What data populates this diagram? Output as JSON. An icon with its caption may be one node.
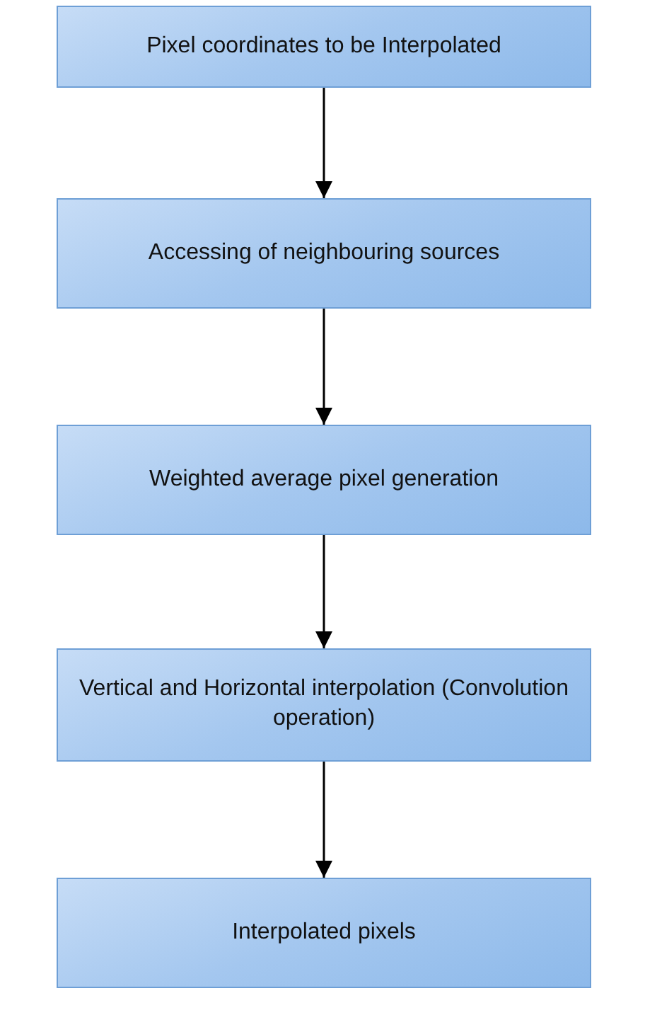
{
  "diagram": {
    "nodes": [
      {
        "text": [
          "Pixel coordinates to be Interpolated"
        ]
      },
      {
        "text": [
          "Accessing of neighbouring sources"
        ]
      },
      {
        "text": [
          "Weighted average pixel generation"
        ]
      },
      {
        "text": [
          "Vertical and Horizontal interpolation (Convolution operation)"
        ]
      },
      {
        "text": [
          "Interpolated pixels"
        ]
      }
    ],
    "edges": [
      {
        "from": 0,
        "to": 1,
        "arrow": "to"
      },
      {
        "from": 1,
        "to": 2,
        "arrow": "to"
      },
      {
        "from": 2,
        "to": 3,
        "arrow": "to"
      },
      {
        "from": 3,
        "to": 4,
        "arrow": "to"
      }
    ]
  }
}
